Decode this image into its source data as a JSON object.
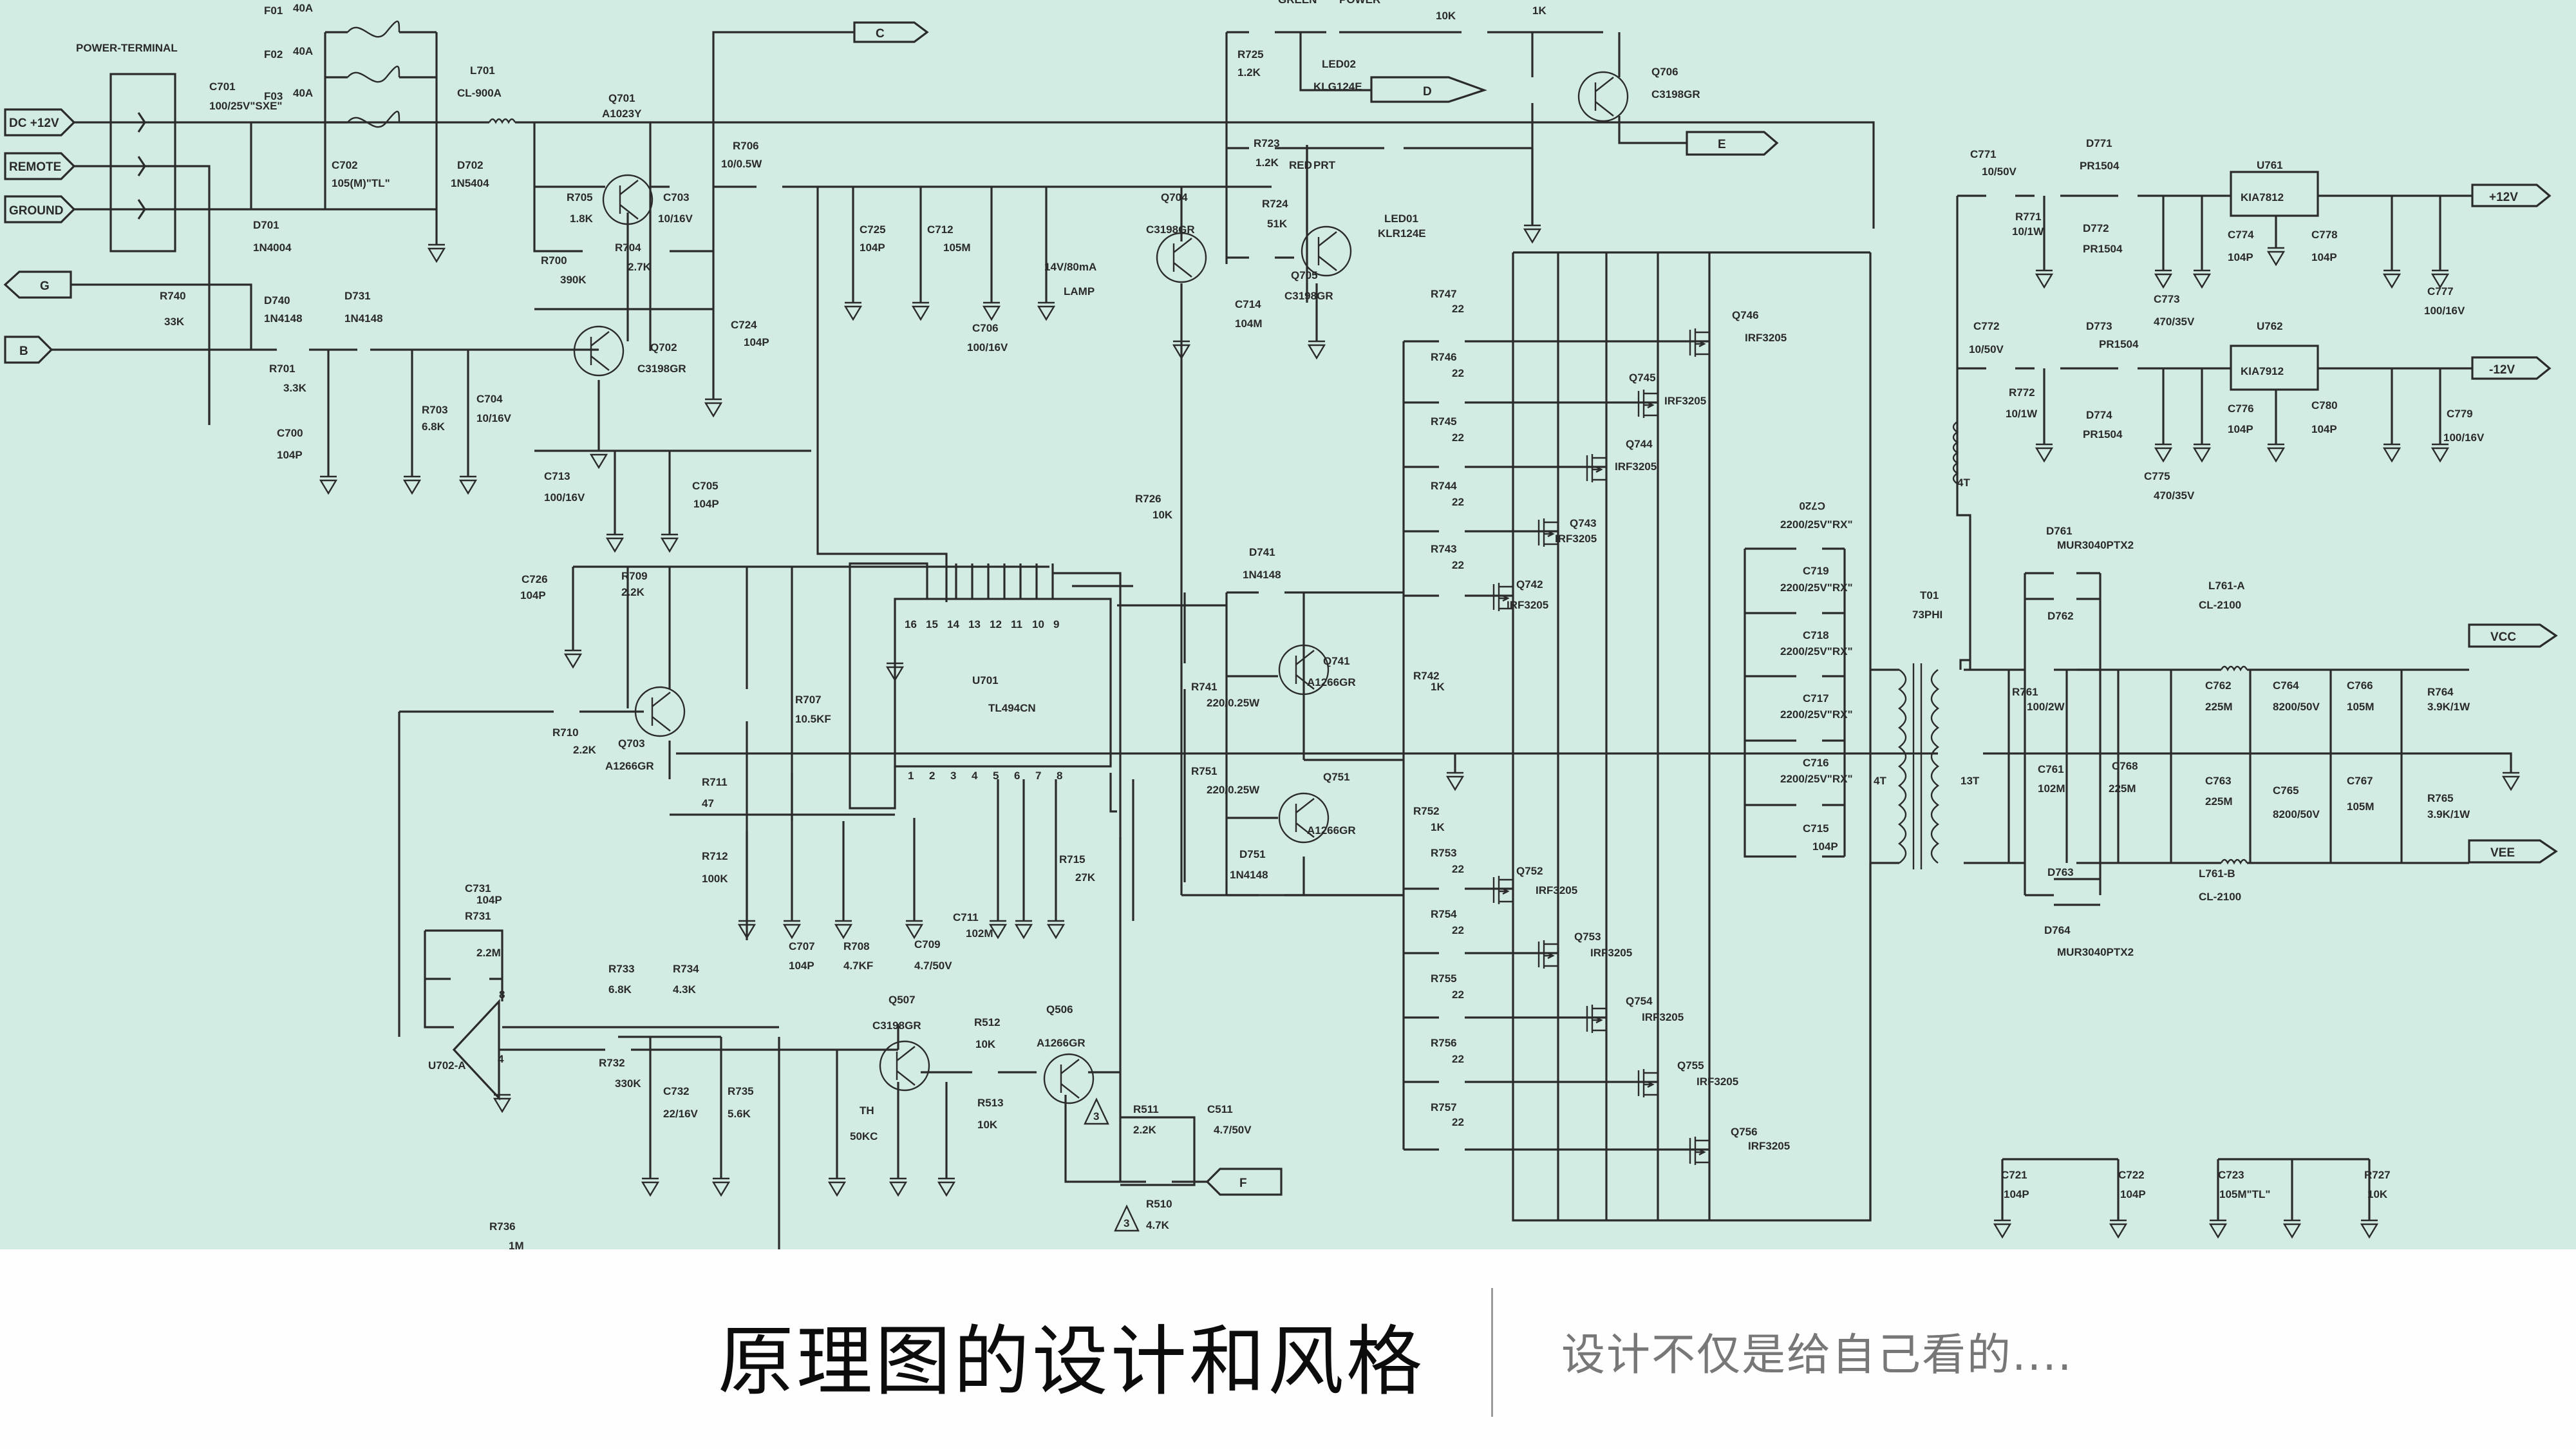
{
  "caption": {
    "title": "原理图的设计和风格",
    "subtitle": "设计不仅是给自己看的...."
  },
  "colors": {
    "background": "#d3ece3",
    "wire": "#2b2b2b",
    "caption_bg": "#fefefe",
    "title_text": "#0c0c0c",
    "subtitle_text": "#777777"
  },
  "schematic": {
    "ports": {
      "dc12": "DC +12V",
      "remote": "REMOTE",
      "ground": "GROUND",
      "g": "G",
      "b": "B",
      "c": "C",
      "d": "D",
      "e": "E",
      "f": "F",
      "p12": "+12V",
      "m12": "-12V",
      "vcc": "VCC",
      "vee": "VEE"
    },
    "power_terminal": "POWER-TERMINAL",
    "labels": {
      "F01": "F01",
      "F01v": "40A",
      "F02": "F02",
      "F02v": "40A",
      "F03": "F03",
      "F03v": "40A",
      "L701": "L701",
      "L701v": "CL-900A",
      "C701": "C701",
      "C701v": "100/25V\"SXE\"",
      "C702": "C702",
      "C702v": "105(M)\"TL\"",
      "D702": "D702",
      "D702v": "1N5404",
      "D701": "D701",
      "D701v": "1N4004",
      "R740": "R740",
      "R740v": "33K",
      "D740": "D740",
      "D740v": "1N4148",
      "D731": "D731",
      "D731v": "1N4148",
      "R701": "R701",
      "R701v": "3.3K",
      "C700": "C700",
      "C700v": "104P",
      "R703": "R703",
      "R703v": "6.8K",
      "C704": "C704",
      "C704v": "10/16V",
      "Q701": "Q701",
      "Q701v": "A1023Y",
      "R705": "R705",
      "R705v": "1.8K",
      "C703": "C703",
      "C703v": "10/16V",
      "R704": "R704",
      "R704v": "2.7K",
      "R700": "R700",
      "R700v": "390K",
      "Q702": "Q702",
      "Q702v": "C3198GR",
      "C724": "C724",
      "C724v": "104P",
      "C713": "C713",
      "C713v": "100/16V",
      "C705": "C705",
      "C705v": "104P",
      "R706": "R706",
      "R706v": "10/0.5W",
      "C725": "C725",
      "C725v": "104P",
      "C712": "C712",
      "C712v": "105M",
      "C706": "C706",
      "C706v": "100/16V",
      "LAMPv": "14V/80mA",
      "LAMP": "LAMP",
      "Q704": "Q704",
      "Q704v": "C3198GR",
      "R725": "R725",
      "R725v": "1.2K",
      "GREEN": "GREEN",
      "POWER": "POWER",
      "LED02": "LED02",
      "LED02v": "KLG124E",
      "R10K": "10K",
      "R1K": "1K",
      "Q706": "Q706",
      "Q706v": "C3198GR",
      "R723": "R723",
      "R723v": "1.2K",
      "RED": "RED",
      "PRT": "PRT",
      "LED01": "LED01",
      "LED01v": "KLR124E",
      "R724": "R724",
      "R724v": "51K",
      "Q705": "Q705",
      "Q705v": "C3198GR",
      "C714": "C714",
      "C714v": "104M",
      "R747": "R747",
      "R746": "R746",
      "R745": "R745",
      "R744": "R744",
      "R743": "R743",
      "R753": "R753",
      "R754": "R754",
      "R755": "R755",
      "R756": "R756",
      "R757": "R757",
      "R22": "22",
      "Q746": "Q746",
      "Q745": "Q745",
      "Q744": "Q744",
      "Q743": "Q743",
      "Q742": "Q742",
      "Q752": "Q752",
      "Q753": "Q753",
      "Q754": "Q754",
      "Q755": "Q755",
      "Q756": "Q756",
      "IRF": "IRF3205",
      "R742": "R742",
      "R742v": "1K",
      "R752": "R752",
      "R752v": "1K",
      "R726": "R726",
      "R726v": "10K",
      "D741": "D741",
      "D741v": "1N4148",
      "D751": "D751",
      "D751v": "1N4148",
      "R741": "R741",
      "R741v": "220/0.25W",
      "R751": "R751",
      "R751v": "220/0.25W",
      "Q741": "Q741",
      "Q741v": "A1266GR",
      "Q751": "Q751",
      "Q751v": "A1266GR",
      "U701": "U701",
      "U701v": "TL494CN",
      "pins_top": [
        "16",
        "15",
        "14",
        "13",
        "12",
        "11",
        "10",
        "9"
      ],
      "pins_bot": [
        "1",
        "2",
        "3",
        "4",
        "5",
        "6",
        "7",
        "8"
      ],
      "C726": "C726",
      "C726v": "104P",
      "R709": "R709",
      "R709v": "2.2K",
      "R710": "R710",
      "R710v": "2.2K",
      "Q703": "Q703",
      "Q703v": "A1266GR",
      "R707": "R707",
      "R707v": "10.5KF",
      "R711": "R711",
      "R711v": "47",
      "R712": "R712",
      "R712v": "100K",
      "C707": "C707",
      "C707v": "104P",
      "R708": "R708",
      "R708v": "4.7KF",
      "C709": "C709",
      "C709v": "4.7/50V",
      "C711": "C711",
      "C711v": "102M",
      "R715": "R715",
      "R715v": "27K",
      "C731": "C731",
      "C731v": "104P",
      "R731": "R731",
      "R731v": "2.2M",
      "U702": "U702-A",
      "pin8": "8",
      "pin4": "4",
      "R733": "R733",
      "R733v": "6.8K",
      "R734": "R734",
      "R734v": "4.3K",
      "R732": "R732",
      "R732v": "330K",
      "C732": "C732",
      "C732v": "22/16V",
      "R735": "R735",
      "R735v": "5.6K",
      "R736": "R736",
      "R736v": "1M",
      "Q507": "Q507",
      "Q507v": "C3198GR",
      "TH": "TH",
      "THv": "50KC",
      "R512": "R512",
      "R512v": "10K",
      "R513": "R513",
      "R513v": "10K",
      "Q506": "Q506",
      "Q506v": "A1266GR",
      "R511": "R511",
      "R511v": "2.2K",
      "C511": "C511",
      "C511v": "4.7/50V",
      "R510": "R510",
      "R510v": "4.7K",
      "tri": "3",
      "C720": "C720",
      "C719": "C719",
      "C718": "C718",
      "C717": "C717",
      "C716": "C716",
      "Crx": "2200/25V\"RX\"",
      "C715": "C715",
      "C715v": "104P",
      "T01": "T01",
      "T01v": "73PHI",
      "T4a": "4T",
      "T4b": "4T",
      "T13": "13T",
      "C771": "C771",
      "C771v": "10/50V",
      "R771": "R771",
      "R771v": "10/1W",
      "D771": "D771",
      "D771v": "PR1504",
      "D772": "D772",
      "D772v": "PR1504",
      "C773": "C773",
      "C773v": "470/35V",
      "U761": "U761",
      "U761v": "KIA7812",
      "C774": "C774",
      "C774v": "104P",
      "C778": "C778",
      "C778v": "104P",
      "C777": "C777",
      "C777v": "100/16V",
      "C772": "C772",
      "C772v": "10/50V",
      "R772": "R772",
      "R772v": "10/1W",
      "D773": "D773",
      "D773v": "PR1504",
      "D774": "D774",
      "D774v": "PR1504",
      "C775": "C775",
      "C775v": "470/35V",
      "U762": "U762",
      "U762v": "KIA7912",
      "C776": "C776",
      "C776v": "104P",
      "C780": "C780",
      "C780v": "104P",
      "C779": "C779",
      "C779v": "100/16V",
      "D761": "D761",
      "D761v": "MUR3040PTX2",
      "D762": "D762",
      "D763": "D763",
      "D764": "D764",
      "D764v": "MUR3040PTX2",
      "L761A": "L761-A",
      "L761Av": "CL-2100",
      "L761B": "L761-B",
      "L761Bv": "CL-2100",
      "R761": "R761",
      "R761v": "100/2W",
      "C761": "C761",
      "C761v": "102M",
      "C768": "C768",
      "C768v": "225M",
      "C762": "C762",
      "C762v": "225M",
      "C763": "C763",
      "C763v": "225M",
      "C764": "C764",
      "C764v": "8200/50V",
      "C765": "C765",
      "C765v": "8200/50V",
      "C766": "C766",
      "C766v": "105M",
      "C767": "C767",
      "C767v": "105M",
      "R764": "R764",
      "R764v": "3.9K/1W",
      "R765": "R765",
      "R765v": "3.9K/1W",
      "C721": "C721",
      "C721v": "104P",
      "C722": "C722",
      "C722v": "104P",
      "C723": "C723",
      "C723v": "105M\"TL\"",
      "R727": "R727",
      "R727v": "10K"
    }
  }
}
